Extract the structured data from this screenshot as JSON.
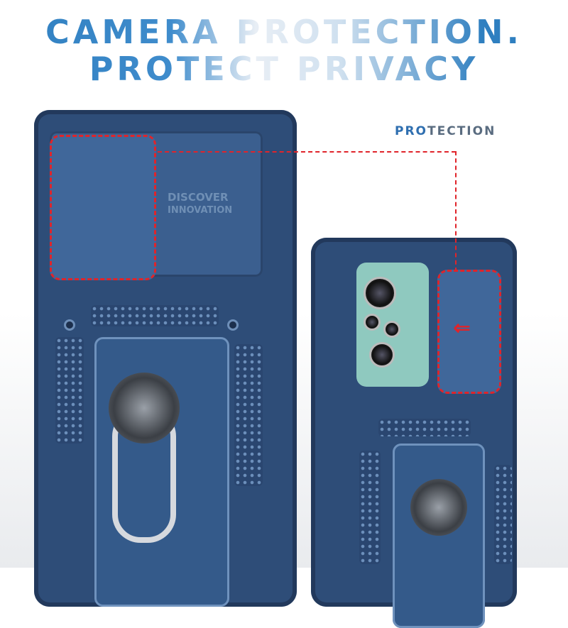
{
  "headline": {
    "line1": "CAMERA PROTECTION.",
    "line2": "PROTECT PRIVACY"
  },
  "callout": {
    "bold": "PRO",
    "rest": "TECTION"
  },
  "case_label": {
    "line1": "DISCOVER",
    "line2": "INNOVATION"
  },
  "colors": {
    "case": "#2e4d78",
    "dashes": "#e0242a",
    "title": "#2f7fc0"
  }
}
